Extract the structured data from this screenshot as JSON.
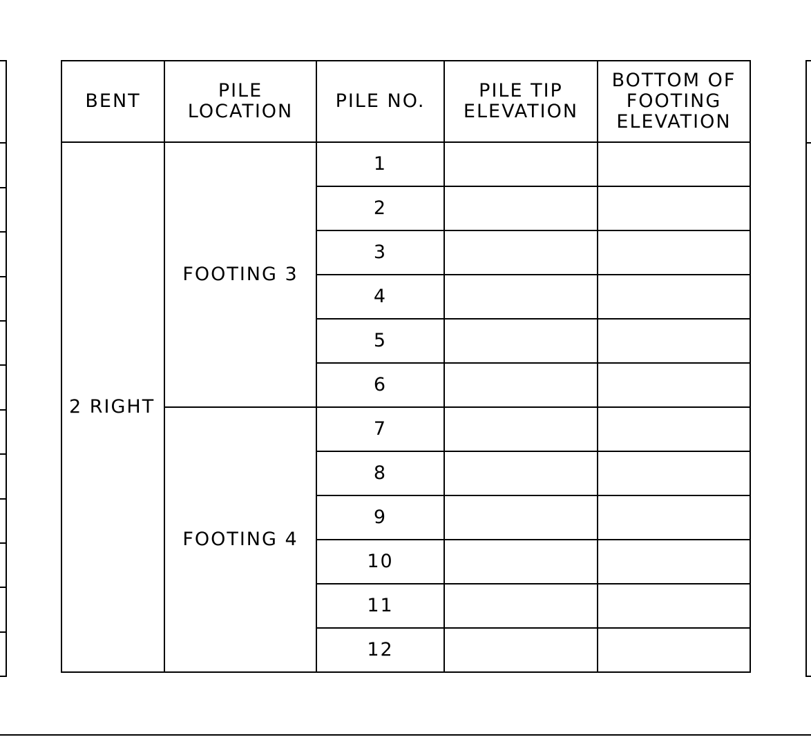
{
  "table": {
    "headers": [
      "BENT",
      "PILE\nLOCATION",
      "PILE NO.",
      "PILE TIP\nELEVATION",
      "BOTTOM OF\nFOOTING\nELEVATION"
    ],
    "bent": "2 RIGHT",
    "locations": [
      {
        "name": "FOOTING 3",
        "piles": [
          "1",
          "2",
          "3",
          "4",
          "5",
          "6"
        ]
      },
      {
        "name": "FOOTING 4",
        "piles": [
          "7",
          "8",
          "9",
          "10",
          "11",
          "12"
        ]
      }
    ],
    "pile_tip_elevations": [
      "",
      "",
      "",
      "",
      "",
      "",
      "",
      "",
      "",
      "",
      "",
      ""
    ],
    "footing_elevations": [
      "",
      "",
      "",
      "",
      "",
      "",
      "",
      "",
      "",
      "",
      "",
      ""
    ]
  }
}
